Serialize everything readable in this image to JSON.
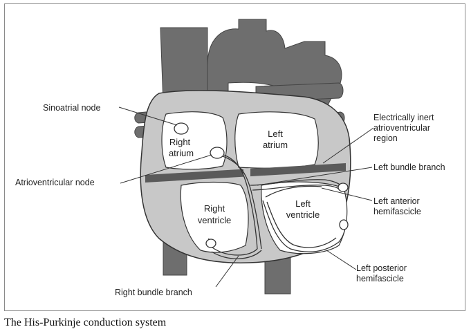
{
  "labels": {
    "sinoatrial_node": "Sinoatrial node",
    "right_atrium_line1": "Right",
    "right_atrium_line2": "atrium",
    "left_atrium_line1": "Left",
    "left_atrium_line2": "atrium",
    "inert_region_line1": "Electrically inert",
    "inert_region_line2": "atrioventricular",
    "inert_region_line3": "region",
    "left_bundle_branch": "Left bundle branch",
    "av_node": "Atrioventricular node",
    "right_ventricle_line1": "Right",
    "right_ventricle_line2": "ventricle",
    "left_ventricle_line1": "Left",
    "left_ventricle_line2": "ventricle",
    "left_anterior_line1": "Left anterior",
    "left_anterior_line2": "hemifascicle",
    "left_posterior_line1": "Left posterior",
    "left_posterior_line2": "hemifascicle",
    "right_bundle_branch": "Right bundle branch"
  },
  "caption": "The His-Purkinje conduction system",
  "colors": {
    "vessel_gray": "#6e6e6e",
    "heart_wall": "#c8c8c8",
    "chamber_fill": "#ffffff",
    "septum_band": "#5a5a5a",
    "outline": "#333333"
  }
}
